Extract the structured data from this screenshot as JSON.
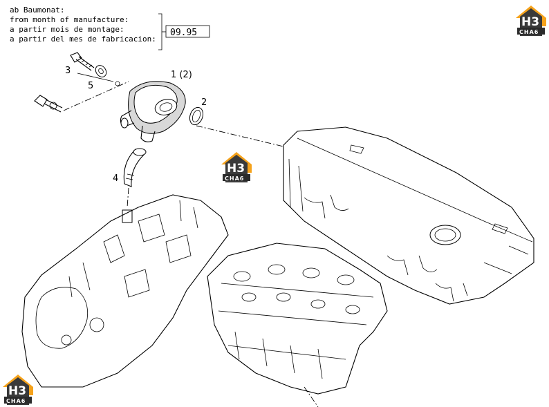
{
  "note": {
    "lines": [
      "ab Baumonat:",
      "from month of manufacture:",
      "a partir mois de montage:",
      "a partir del mes de fabricacion:"
    ],
    "date": "09.95"
  },
  "callouts": {
    "part_1": "1 (2)",
    "part_2": "2",
    "part_3": "3",
    "part_4": "4",
    "part_5": "5"
  },
  "watermark": {
    "top": "H3",
    "bottom": "CHA6",
    "colors": {
      "orange": "#f5a21b",
      "dark": "#3a3a3a"
    }
  }
}
